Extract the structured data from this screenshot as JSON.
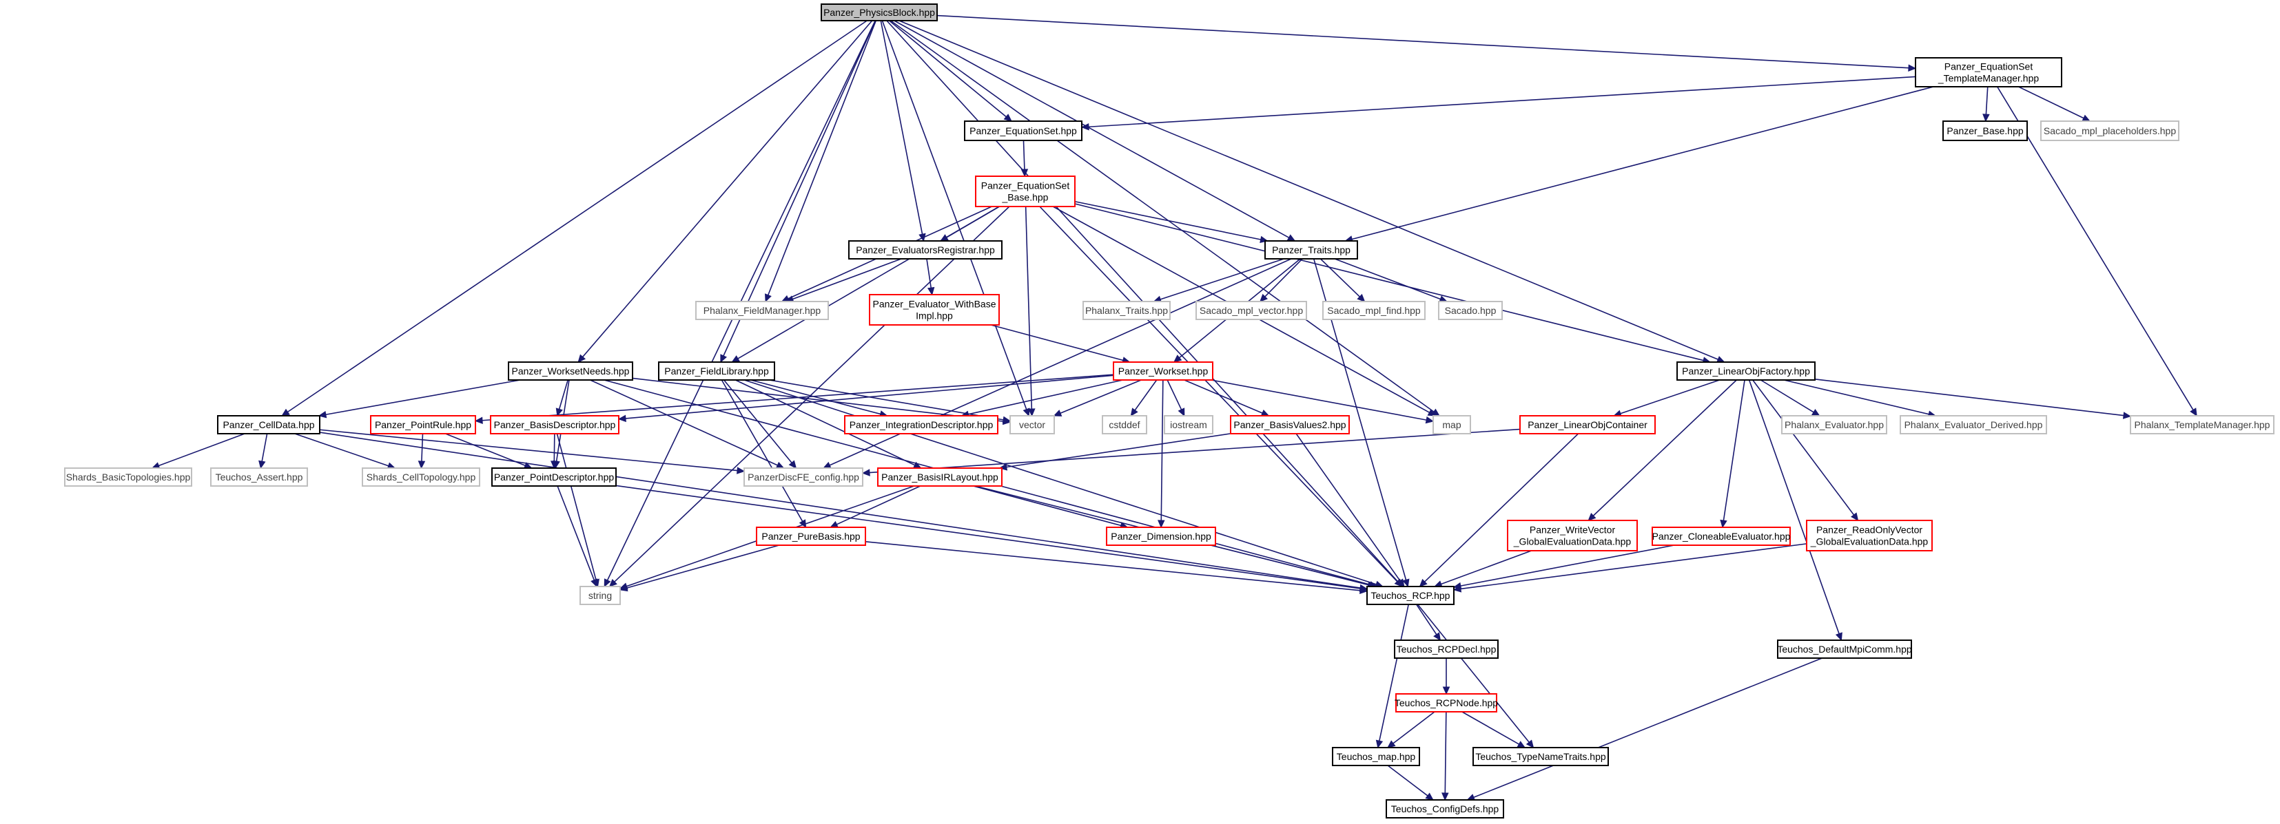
{
  "colors": {
    "edge": "#191970",
    "red_border": "#ff0000",
    "gray_border": "#bfbfbf",
    "root_fill": "#bfbfbf"
  },
  "nodes": {
    "physics_block": {
      "lines": [
        "Panzer_PhysicsBlock.hpp"
      ],
      "style": "root"
    },
    "eqset_tm": {
      "lines": [
        "Panzer_EquationSet",
        "_TemplateManager.hpp"
      ],
      "style": "black"
    },
    "eqset": {
      "lines": [
        "Panzer_EquationSet.hpp"
      ],
      "style": "black"
    },
    "panzer_base": {
      "lines": [
        "Panzer_Base.hpp"
      ],
      "style": "black"
    },
    "sacado_mpl_ph": {
      "lines": [
        "Sacado_mpl_placeholders.hpp"
      ],
      "style": "gray"
    },
    "eqset_base": {
      "lines": [
        "Panzer_EquationSet",
        "_Base.hpp"
      ],
      "style": "red"
    },
    "eval_reg": {
      "lines": [
        "Panzer_EvaluatorsRegistrar.hpp"
      ],
      "style": "black"
    },
    "traits": {
      "lines": [
        "Panzer_Traits.hpp"
      ],
      "style": "black"
    },
    "phalanx_fm": {
      "lines": [
        "Phalanx_FieldManager.hpp"
      ],
      "style": "gray"
    },
    "eval_wb": {
      "lines": [
        "Panzer_Evaluator_WithBase",
        "Impl.hpp"
      ],
      "style": "red"
    },
    "phalanx_traits": {
      "lines": [
        "Phalanx_Traits.hpp"
      ],
      "style": "gray"
    },
    "sacado_mpl_vector": {
      "lines": [
        "Sacado_mpl_vector.hpp"
      ],
      "style": "gray"
    },
    "sacado_mpl_find": {
      "lines": [
        "Sacado_mpl_find.hpp"
      ],
      "style": "gray"
    },
    "sacado": {
      "lines": [
        "Sacado.hpp"
      ],
      "style": "gray"
    },
    "workset_needs": {
      "lines": [
        "Panzer_WorksetNeeds.hpp"
      ],
      "style": "black"
    },
    "field_library": {
      "lines": [
        "Panzer_FieldLibrary.hpp"
      ],
      "style": "black"
    },
    "workset": {
      "lines": [
        "Panzer_Workset.hpp"
      ],
      "style": "red"
    },
    "linobj_factory": {
      "lines": [
        "Panzer_LinearObjFactory.hpp"
      ],
      "style": "black"
    },
    "cell_data": {
      "lines": [
        "Panzer_CellData.hpp"
      ],
      "style": "black"
    },
    "point_rule": {
      "lines": [
        "Panzer_PointRule.hpp"
      ],
      "style": "red"
    },
    "basis_desc": {
      "lines": [
        "Panzer_BasisDescriptor.hpp"
      ],
      "style": "red"
    },
    "integ_desc": {
      "lines": [
        "Panzer_IntegrationDescriptor.hpp"
      ],
      "style": "red"
    },
    "vector": {
      "lines": [
        "vector"
      ],
      "style": "gray"
    },
    "cstddef": {
      "lines": [
        "cstddef"
      ],
      "style": "gray"
    },
    "iostream": {
      "lines": [
        "iostream"
      ],
      "style": "gray"
    },
    "basis_values2": {
      "lines": [
        "Panzer_BasisValues2.hpp"
      ],
      "style": "red"
    },
    "map": {
      "lines": [
        "map"
      ],
      "style": "gray"
    },
    "linobj_container": {
      "lines": [
        "Panzer_LinearObjContainer"
      ],
      "style": "red"
    },
    "phalanx_eval": {
      "lines": [
        "Phalanx_Evaluator.hpp"
      ],
      "style": "gray"
    },
    "phalanx_eval_derived": {
      "lines": [
        "Phalanx_Evaluator_Derived.hpp"
      ],
      "style": "gray"
    },
    "phalanx_tm": {
      "lines": [
        "Phalanx_TemplateManager.hpp"
      ],
      "style": "gray"
    },
    "shards_bt": {
      "lines": [
        "Shards_BasicTopologies.hpp"
      ],
      "style": "gray"
    },
    "teuchos_assert": {
      "lines": [
        "Teuchos_Assert.hpp"
      ],
      "style": "gray"
    },
    "shards_ct": {
      "lines": [
        "Shards_CellTopology.hpp"
      ],
      "style": "gray"
    },
    "point_desc": {
      "lines": [
        "Panzer_PointDescriptor.hpp"
      ],
      "style": "black"
    },
    "discfe_config": {
      "lines": [
        "PanzerDiscFE_config.hpp"
      ],
      "style": "gray"
    },
    "basis_irlayout": {
      "lines": [
        "Panzer_BasisIRLayout.hpp"
      ],
      "style": "red"
    },
    "pure_basis": {
      "lines": [
        "Panzer_PureBasis.hpp"
      ],
      "style": "red"
    },
    "dimension": {
      "lines": [
        "Panzer_Dimension.hpp"
      ],
      "style": "red"
    },
    "write_vector": {
      "lines": [
        "Panzer_WriteVector",
        "_GlobalEvaluationData.hpp"
      ],
      "style": "red"
    },
    "cloneable_eval": {
      "lines": [
        "Panzer_CloneableEvaluator.hpp"
      ],
      "style": "red"
    },
    "readonly_vector": {
      "lines": [
        "Panzer_ReadOnlyVector",
        "_GlobalEvaluationData.hpp"
      ],
      "style": "red"
    },
    "string": {
      "lines": [
        "string"
      ],
      "style": "gray"
    },
    "teuchos_rcp": {
      "lines": [
        "Teuchos_RCP.hpp"
      ],
      "style": "black"
    },
    "teuchos_rcpdecl": {
      "lines": [
        "Teuchos_RCPDecl.hpp"
      ],
      "style": "black"
    },
    "teuchos_default_mpicomm": {
      "lines": [
        "Teuchos_DefaultMpiComm.hpp"
      ],
      "style": "black"
    },
    "teuchos_rcpnode": {
      "lines": [
        "Teuchos_RCPNode.hpp"
      ],
      "style": "red"
    },
    "teuchos_map": {
      "lines": [
        "Teuchos_map.hpp"
      ],
      "style": "black"
    },
    "teuchos_typename": {
      "lines": [
        "Teuchos_TypeNameTraits.hpp"
      ],
      "style": "black"
    },
    "teuchos_configdefs": {
      "lines": [
        "Teuchos_ConfigDefs.hpp"
      ],
      "style": "black"
    }
  },
  "edges": [
    [
      "physics_block",
      "eqset_tm"
    ],
    [
      "physics_block",
      "eqset"
    ],
    [
      "physics_block",
      "eval_reg"
    ],
    [
      "physics_block",
      "traits"
    ],
    [
      "physics_block",
      "phalanx_fm"
    ],
    [
      "physics_block",
      "workset_needs"
    ],
    [
      "physics_block",
      "field_library"
    ],
    [
      "physics_block",
      "cell_data"
    ],
    [
      "physics_block",
      "vector"
    ],
    [
      "physics_block",
      "map"
    ],
    [
      "physics_block",
      "linobj_factory"
    ],
    [
      "physics_block",
      "teuchos_rcp"
    ],
    [
      "physics_block",
      "string"
    ],
    [
      "eqset_tm",
      "eqset"
    ],
    [
      "eqset_tm",
      "panzer_base"
    ],
    [
      "eqset_tm",
      "sacado_mpl_ph"
    ],
    [
      "eqset_tm",
      "traits"
    ],
    [
      "eqset_tm",
      "phalanx_tm"
    ],
    [
      "eqset",
      "eqset_base"
    ],
    [
      "eqset_base",
      "eval_reg"
    ],
    [
      "eqset_base",
      "traits"
    ],
    [
      "eqset_base",
      "phalanx_fm"
    ],
    [
      "eqset_base",
      "field_library"
    ],
    [
      "eqset_base",
      "vector"
    ],
    [
      "eqset_base",
      "map"
    ],
    [
      "eqset_base",
      "string"
    ],
    [
      "eqset_base",
      "teuchos_rcp"
    ],
    [
      "eqset_base",
      "linobj_factory"
    ],
    [
      "eval_reg",
      "phalanx_fm"
    ],
    [
      "eval_reg",
      "eval_wb"
    ],
    [
      "eval_wb",
      "workset"
    ],
    [
      "traits",
      "phalanx_traits"
    ],
    [
      "traits",
      "sacado_mpl_vector"
    ],
    [
      "traits",
      "sacado_mpl_find"
    ],
    [
      "traits",
      "sacado"
    ],
    [
      "traits",
      "workset"
    ],
    [
      "traits",
      "discfe_config"
    ],
    [
      "traits",
      "teuchos_rcp"
    ],
    [
      "workset_needs",
      "cell_data"
    ],
    [
      "workset_needs",
      "point_desc"
    ],
    [
      "workset_needs",
      "basis_desc"
    ],
    [
      "workset_needs",
      "vector"
    ],
    [
      "workset_needs",
      "discfe_config"
    ],
    [
      "workset_needs",
      "teuchos_rcp"
    ],
    [
      "field_library",
      "pure_basis"
    ],
    [
      "field_library",
      "basis_irlayout"
    ],
    [
      "field_library",
      "discfe_config"
    ],
    [
      "field_library",
      "integ_desc"
    ],
    [
      "field_library",
      "teuchos_rcp"
    ],
    [
      "field_library",
      "vector"
    ],
    [
      "workset",
      "point_rule"
    ],
    [
      "workset",
      "basis_desc"
    ],
    [
      "workset",
      "integ_desc"
    ],
    [
      "workset",
      "vector"
    ],
    [
      "workset",
      "cstddef"
    ],
    [
      "workset",
      "iostream"
    ],
    [
      "workset",
      "basis_values2"
    ],
    [
      "workset",
      "map"
    ],
    [
      "workset",
      "dimension"
    ],
    [
      "linobj_factory",
      "linobj_container"
    ],
    [
      "linobj_factory",
      "phalanx_eval"
    ],
    [
      "linobj_factory",
      "phalanx_eval_derived"
    ],
    [
      "linobj_factory",
      "phalanx_tm"
    ],
    [
      "linobj_factory",
      "write_vector"
    ],
    [
      "linobj_factory",
      "cloneable_eval"
    ],
    [
      "linobj_factory",
      "readonly_vector"
    ],
    [
      "linobj_factory",
      "teuchos_default_mpicomm"
    ],
    [
      "cell_data",
      "shards_bt"
    ],
    [
      "cell_data",
      "teuchos_assert"
    ],
    [
      "cell_data",
      "shards_ct"
    ],
    [
      "cell_data",
      "discfe_config"
    ],
    [
      "cell_data",
      "teuchos_rcp"
    ],
    [
      "point_rule",
      "shards_ct"
    ],
    [
      "point_rule",
      "point_desc"
    ],
    [
      "basis_desc",
      "point_desc"
    ],
    [
      "basis_desc",
      "string"
    ],
    [
      "basis_values2",
      "basis_irlayout"
    ],
    [
      "basis_values2",
      "teuchos_rcp"
    ],
    [
      "linobj_container",
      "discfe_config"
    ],
    [
      "linobj_container",
      "teuchos_rcp"
    ],
    [
      "point_desc",
      "string"
    ],
    [
      "point_desc",
      "teuchos_rcp"
    ],
    [
      "basis_irlayout",
      "pure_basis"
    ],
    [
      "basis_irlayout",
      "dimension"
    ],
    [
      "basis_irlayout",
      "string"
    ],
    [
      "basis_irlayout",
      "teuchos_rcp"
    ],
    [
      "pure_basis",
      "string"
    ],
    [
      "pure_basis",
      "teuchos_rcp"
    ],
    [
      "write_vector",
      "teuchos_rcp"
    ],
    [
      "cloneable_eval",
      "teuchos_rcp"
    ],
    [
      "readonly_vector",
      "teuchos_rcp"
    ],
    [
      "teuchos_rcp",
      "teuchos_rcpdecl"
    ],
    [
      "teuchos_rcp",
      "teuchos_map"
    ],
    [
      "teuchos_rcp",
      "teuchos_typename"
    ],
    [
      "teuchos_rcpdecl",
      "teuchos_rcpnode"
    ],
    [
      "teuchos_rcpnode",
      "teuchos_map"
    ],
    [
      "teuchos_rcpnode",
      "teuchos_typename"
    ],
    [
      "teuchos_rcpnode",
      "teuchos_configdefs"
    ],
    [
      "teuchos_map",
      "teuchos_configdefs"
    ],
    [
      "teuchos_default_mpicomm",
      "teuchos_configdefs"
    ]
  ]
}
